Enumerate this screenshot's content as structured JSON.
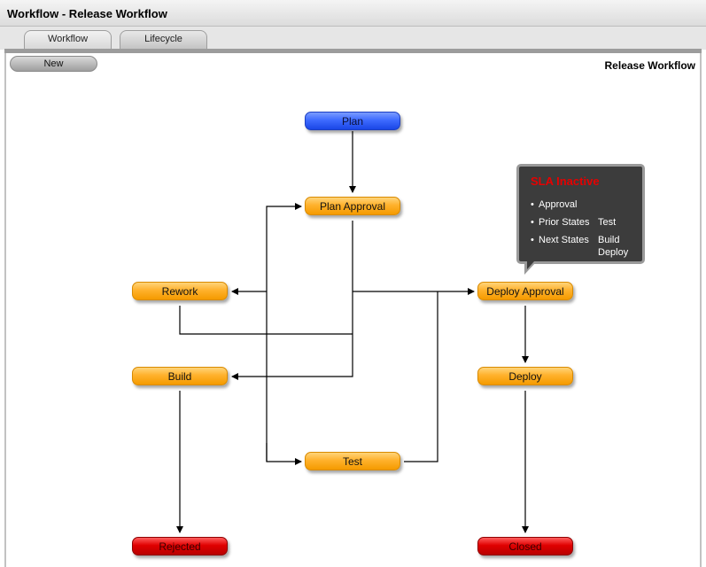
{
  "window": {
    "title": "Workflow - Release Workflow"
  },
  "tabs": [
    {
      "label": "Workflow",
      "active": true
    },
    {
      "label": "Lifecycle",
      "active": false
    }
  ],
  "toolbar": {
    "new_label": "New"
  },
  "diagram": {
    "title": "Release Workflow",
    "nodes": {
      "plan": "Plan",
      "plan_approval": "Plan Approval",
      "rework": "Rework",
      "deploy_approval": "Deploy Approval",
      "build": "Build",
      "deploy": "Deploy",
      "test": "Test",
      "rejected": "Rejected",
      "closed": "Closed"
    },
    "colors": {
      "standard": "#ffb12c",
      "start": "#3e6bff",
      "end": "#e00000",
      "connector": "#000000"
    }
  },
  "tooltip": {
    "title": "SLA Inactive",
    "approval_label": "Approval",
    "prior_states_label": "Prior States",
    "prior_states_value": "Test",
    "next_states_label": "Next States",
    "next_states_value_1": "Build",
    "next_states_value_2": "Deploy"
  }
}
